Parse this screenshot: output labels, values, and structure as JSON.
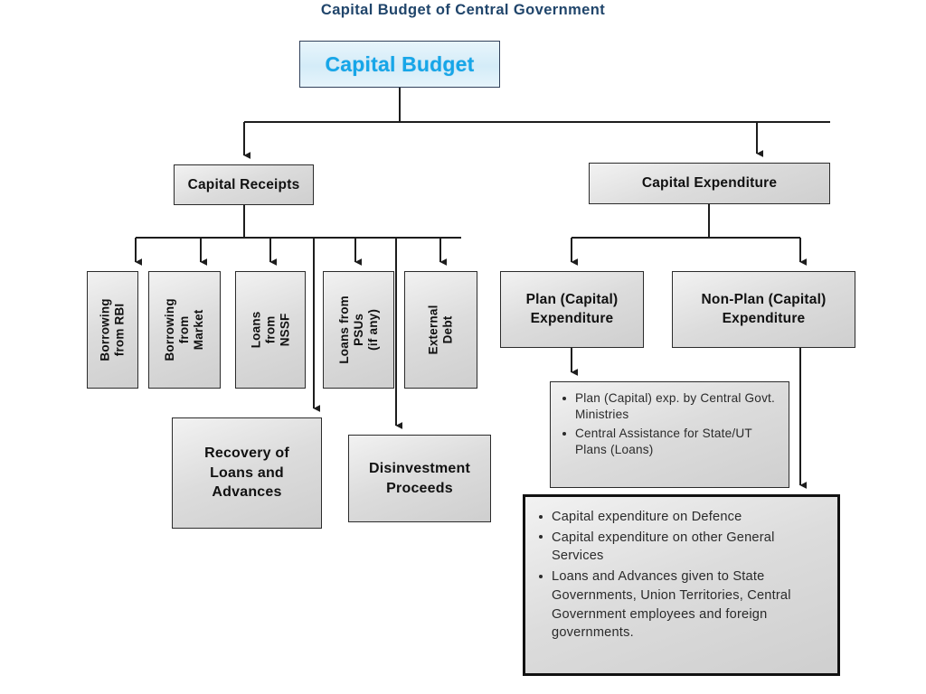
{
  "title": "Capital Budget of Central Government",
  "root": {
    "label": "Capital Budget"
  },
  "branches": {
    "receipts": {
      "label": "Capital Receipts",
      "items": [
        {
          "lines": [
            "Borrowing",
            "from RBI"
          ],
          "text": "Borrowing from RBI"
        },
        {
          "lines": [
            "Borrowing",
            "from",
            "Market"
          ],
          "text": "Borrowing from Market"
        },
        {
          "lines": [
            "Loans",
            "from",
            "NSSF"
          ],
          "text": "Loans from NSSF"
        },
        {
          "lines": [
            "Loans from",
            "PSUs",
            "(if any)"
          ],
          "text": "Loans from PSUs (if any)"
        },
        {
          "lines": [
            "External",
            "Debt"
          ],
          "text": "External Debt"
        }
      ],
      "wide_items": [
        {
          "lines": [
            "Recovery of",
            "Loans and",
            "Advances"
          ],
          "text": "Recovery of Loans and Advances"
        },
        {
          "lines": [
            "Disinvestment",
            "Proceeds"
          ],
          "text": "Disinvestment Proceeds"
        }
      ]
    },
    "expenditure": {
      "label": "Capital Expenditure",
      "items": [
        {
          "lines": [
            "Plan (Capital)",
            "Expenditure"
          ],
          "text": "Plan (Capital) Expenditure",
          "details": [
            "Plan (Capital) exp. by Central Govt. Ministries",
            "Central Assistance for State/UT Plans (Loans)"
          ]
        },
        {
          "lines": [
            "Non-Plan (Capital)",
            "Expenditure"
          ],
          "text": "Non-Plan (Capital) Expenditure",
          "details": [
            "Capital expenditure on Defence",
            "Capital expenditure on other General Services",
            "Loans and Advances given to State Governments, Union Territories, Central Government employees and foreign governments."
          ]
        }
      ]
    }
  },
  "colors": {
    "title": "#20456b",
    "root_text": "#16a6e8",
    "root_fill": "#d9eefa",
    "box_fill": "#dcdcdc",
    "line": "#1d1d1d"
  }
}
